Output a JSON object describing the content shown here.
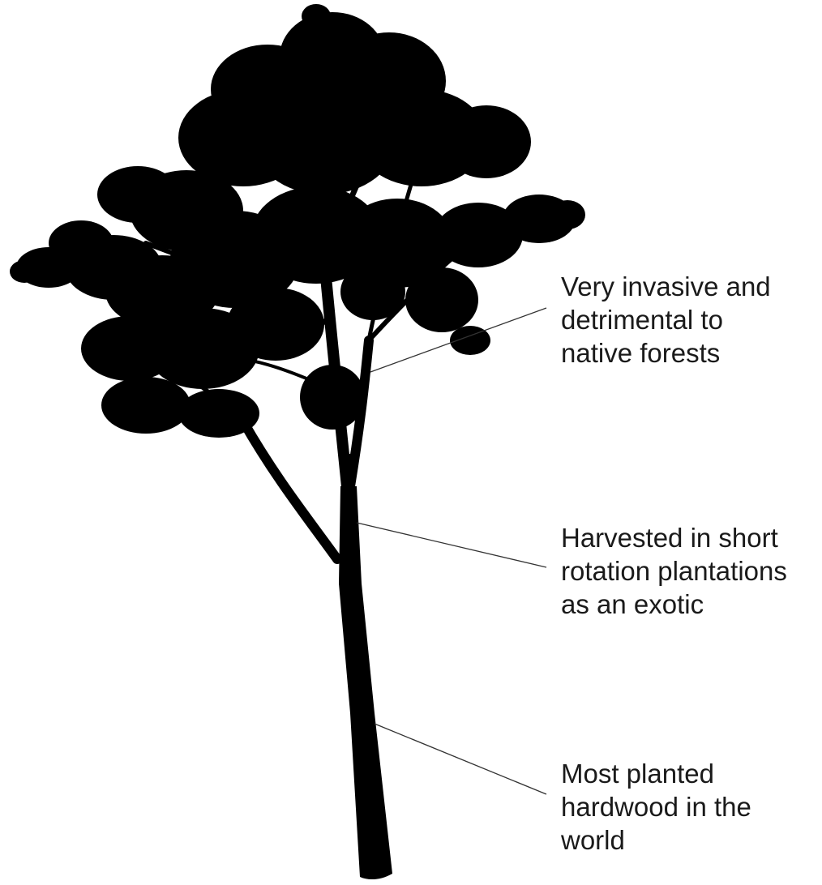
{
  "colors": {
    "background": "#ffffff",
    "silhouette": "#000000",
    "leader_line": "#333333",
    "text": "#1a1a1a"
  },
  "illustration": {
    "subject": "tree-silhouette-icon"
  },
  "annotations": [
    {
      "lines": [
        "Very invasive and",
        "detrimental to",
        "native forests"
      ]
    },
    {
      "lines": [
        "Harvested in short",
        "rotation plantations",
        "as an exotic"
      ]
    },
    {
      "lines": [
        "Most planted",
        "hardwood in the",
        "world"
      ]
    }
  ]
}
